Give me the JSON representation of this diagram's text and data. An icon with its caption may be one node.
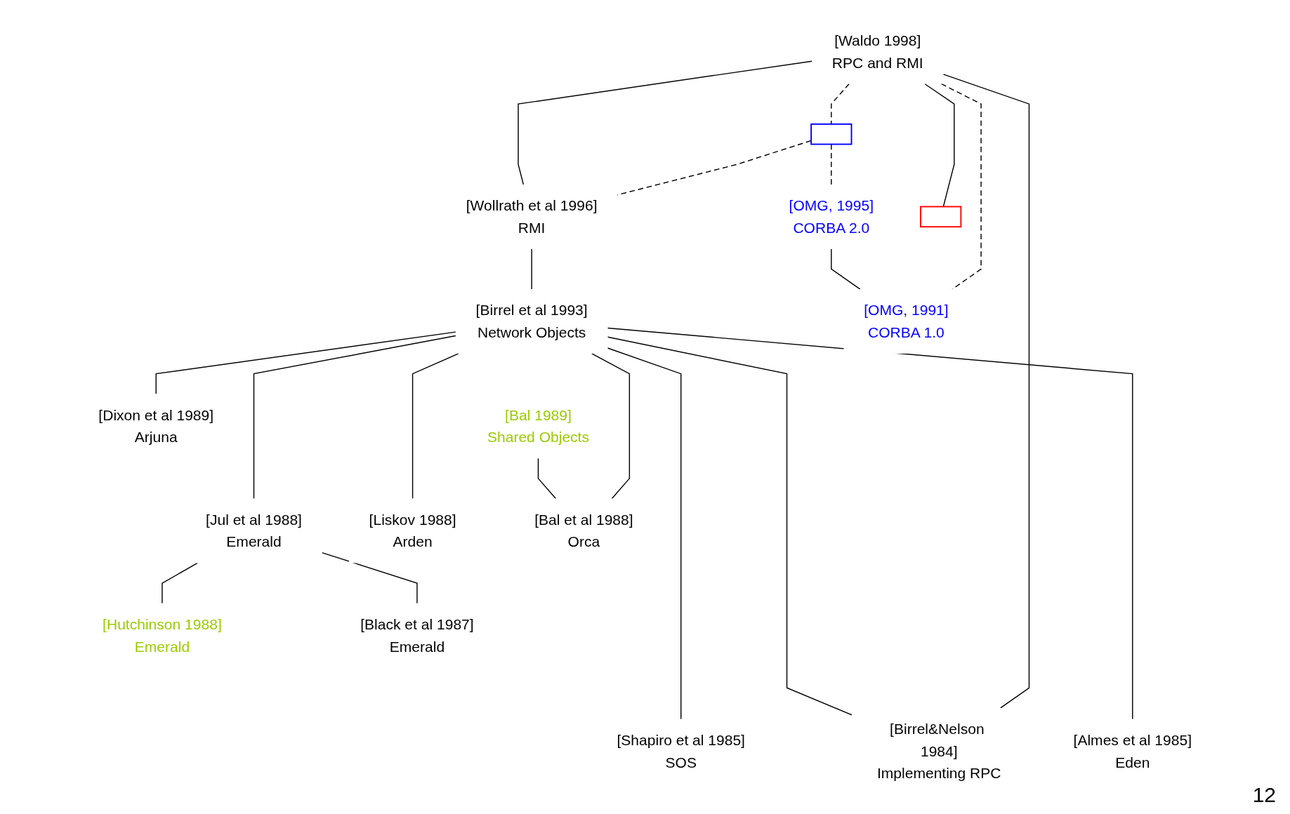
{
  "diagram": {
    "nodes": [
      {
        "text": [],
        "shape": "box"
      },
      {
        "text": [
          "[Waldo 1998]",
          "RPC and RMI"
        ]
      },
      {
        "text": [
          "[Wollrath et al 1996]",
          "RMI"
        ]
      },
      {
        "text": [
          "[OMG, 1995]",
          "CORBA 2.0"
        ]
      },
      {
        "text": [],
        "shape": "box"
      },
      {
        "text": [
          "[Birrel et al 1993]",
          "Network Objects"
        ]
      },
      {
        "text": [
          "[OMG, 1991]",
          "CORBA 1.0"
        ]
      },
      {
        "text": [
          "[Dixon et al 1989]",
          "Arjuna"
        ]
      },
      {
        "text": [
          "[Bal 1989]",
          "Shared Objects"
        ]
      },
      {
        "text": [
          "[Jul et al 1988]",
          "Emerald"
        ]
      },
      {
        "text": [
          "[Liskov 1988]",
          "Arden"
        ]
      },
      {
        "text": [
          "[Bal et al 1988]",
          "Orca"
        ]
      },
      {
        "text": [
          "[Hutchinson 1988]",
          "Emerald"
        ]
      },
      {
        "text": [
          "[Black et al 1987]",
          "Emerald"
        ]
      },
      {
        "text": [
          "[Shapiro et al 1985]",
          "SOS"
        ]
      },
      {
        "text": [
          "[Almes et al 1985]",
          "Eden"
        ]
      },
      {
        "text": [
          "[Birrel&Nelson 1984]",
          "Implementing RPC"
        ]
      }
    ],
    "edges": [
      {
        "from": 1,
        "to": 0,
        "arrow": "none",
        "style": "dashed"
      },
      {
        "from": 0,
        "to": 2,
        "arrow": "none",
        "style": "dashed"
      },
      {
        "from": 0,
        "to": 3,
        "arrow": "none",
        "style": "dashed"
      },
      {
        "from": 1,
        "to": 4,
        "arrow": "none"
      },
      {
        "from": 1,
        "to": 2,
        "arrow": "none"
      },
      {
        "from": 1,
        "to": 6,
        "arrow": "none",
        "style": "dashed"
      },
      {
        "from": 1,
        "to": 16,
        "arrow": "none"
      },
      {
        "from": 2,
        "to": 5,
        "arrow": "none"
      },
      {
        "from": 3,
        "to": 6,
        "arrow": "none"
      },
      {
        "from": 5,
        "to": 7,
        "arrow": "none"
      },
      {
        "from": 5,
        "to": 9,
        "arrow": "none"
      },
      {
        "from": 5,
        "to": 10,
        "arrow": "none"
      },
      {
        "from": 5,
        "to": 16,
        "arrow": "none"
      },
      {
        "from": 5,
        "to": 14,
        "arrow": "none"
      },
      {
        "from": 5,
        "to": 15,
        "arrow": "none"
      },
      {
        "from": 5,
        "to": 11,
        "arrow": "none"
      },
      {
        "from": 8,
        "to": 11,
        "arrow": "none"
      },
      {
        "from": 9,
        "to": 12,
        "arrow": "none"
      },
      {
        "from": 9,
        "to": 13,
        "arrow": "none"
      }
    ],
    "labels": [
      "12"
    ]
  }
}
